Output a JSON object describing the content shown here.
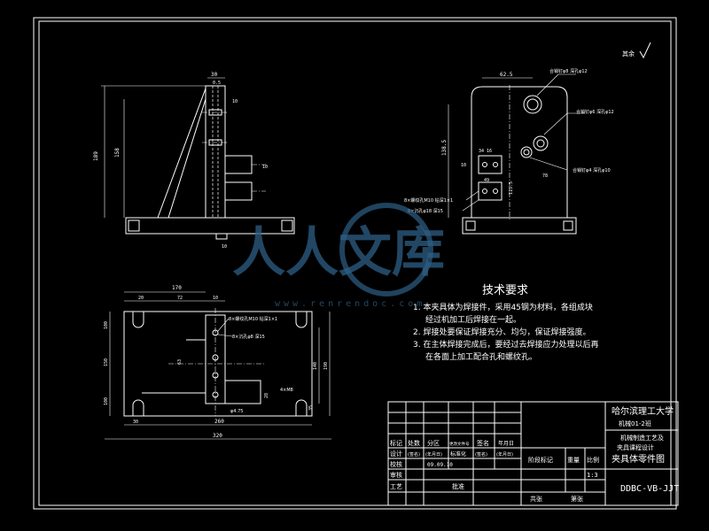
{
  "drawing": {
    "roughness_symbol": "其余",
    "tech_requirements": {
      "title": "技术要求",
      "items": [
        "1. 本夹具体为焊接件，采用45钢为材料，各组成块",
        "经过机加工后焊接在一起。",
        "2. 焊接处要保证焊接充分、均匀，保证焊接强度。",
        "3. 在主体焊接完成后，要经过去焊接应力处理以后再",
        "在各面上加工配合孔和螺纹孔。"
      ]
    },
    "front_view_dims": {
      "top_width": "30",
      "top_small": "0.5",
      "height_total": "189",
      "height_inner": "158",
      "small_a": "10",
      "small_b": "10",
      "bottom": "10"
    },
    "side_view_labels": {
      "dim_top": "62.5",
      "dim_height": "138.5",
      "dim_small": "10",
      "dim_34_16": "34 16",
      "dim_49": "49",
      "dim_78": "78",
      "dim_115": "115.5",
      "note_1": "合销钉φ8 深孔φ12",
      "note_2": "合销钉φ6 深孔φ12",
      "note_3": "合销钉φ4 深孔φ10",
      "note_4": "8×螺纹孔M10 钻深1×1",
      "note_5": "8×沉孔φ18 深15"
    },
    "top_view_dims": {
      "w_170": "170",
      "w_20": "20",
      "w_72": "72",
      "w_10": "10",
      "w_30": "30",
      "w_260": "260",
      "w_320": "320",
      "h_100": "100",
      "h_150": "150",
      "h_140": "140",
      "h_190": "190",
      "h_28": "28",
      "h_35": "35",
      "h_63": "63",
      "note_a": "8×螺纹孔M10 钻深1×1",
      "note_b": "8×沉孔φ8 深15",
      "note_c": "4×M8",
      "note_d": "φ4.75"
    },
    "watermark": {
      "main": "人人文库",
      "sub": "www.renrendoc.com"
    },
    "title_block": {
      "university": "哈尔滨理工大学",
      "class": "机械01-2班",
      "design_line1": "机械制造工艺及",
      "design_line2": "夹具课程设计",
      "part_name": "夹具体零件图",
      "drawing_no": "DDBC-VB-JJT",
      "scale": "1:3",
      "h_marks": "标记",
      "h_count": "处数",
      "h_zone": "分区",
      "h_docno": "更改文件号",
      "h_sign": "签名",
      "h_date": "年月日",
      "r_design": "设计",
      "r_sign": "(签名)",
      "r_date": "(年月日)",
      "r_std": "标准化",
      "r_std_sign": "(签名)",
      "r_std_date": "(年月日)",
      "r_check": "校核",
      "r_review": "审核",
      "r_process": "工艺",
      "r_approve": "批准",
      "stage_mark": "阶段标记",
      "weight": "重量",
      "ratio": "比例",
      "sheets": "共张",
      "sheet_no": "第张",
      "date_value": "09.09.10"
    }
  }
}
